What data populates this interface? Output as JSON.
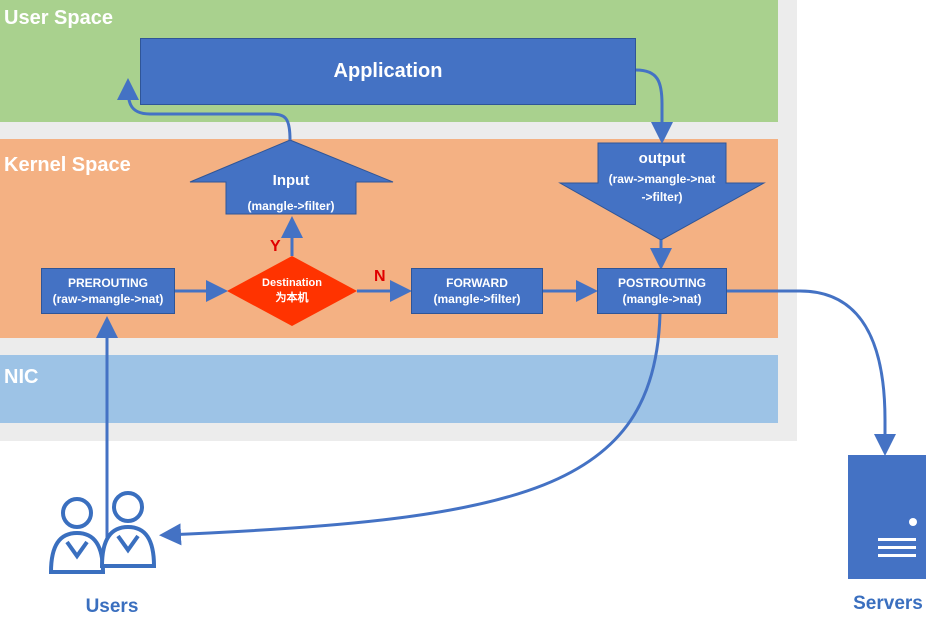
{
  "layers": {
    "user_space": "User Space",
    "kernel_space": "Kernel Space",
    "nic": "NIC"
  },
  "nodes": {
    "application": "Application",
    "input": {
      "title": "Input",
      "sub": "(mangle->filter)"
    },
    "output": {
      "title": "output",
      "sub1": "(raw->mangle->nat",
      "sub2": "->filter)"
    },
    "prerouting": {
      "title": "PREROUTING",
      "sub": "(raw->mangle->nat)"
    },
    "destination": {
      "line1": "Destination",
      "line2": "为本机"
    },
    "forward": {
      "title": "FORWARD",
      "sub": "(mangle->filter)"
    },
    "postrouting": {
      "title": "POSTROUTING",
      "sub": "(mangle->nat)"
    }
  },
  "edge_labels": {
    "yes": "Y",
    "no": "N"
  },
  "actors": {
    "users": "Users",
    "servers": "Servers"
  },
  "colors": {
    "user_space": "#a9d18e",
    "kernel_space": "#f4b183",
    "nic": "#9dc3e6",
    "outer_frame": "#ededed",
    "node_fill": "#4472c4",
    "arrow": "#4472c4",
    "decision": "#ff3300",
    "yn_label": "#e00000"
  }
}
